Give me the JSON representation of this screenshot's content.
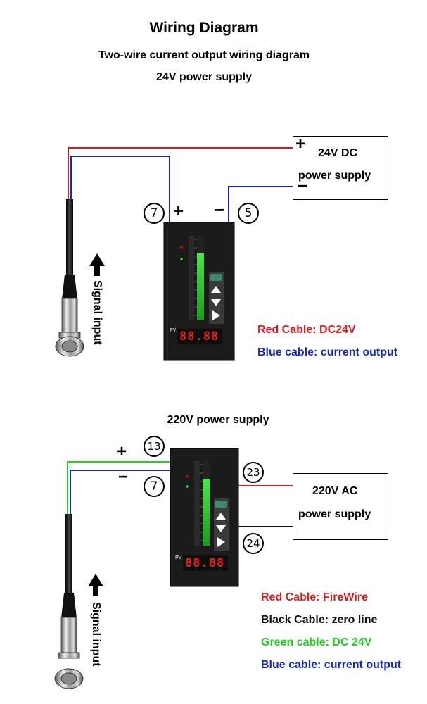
{
  "title": "Wiring Diagram",
  "subtitle1": "Two-wire current output wiring diagram",
  "subtitle2": "24V power supply",
  "subtitle3": "220V power supply",
  "diagram1": {
    "psu_line1": "24V DC",
    "psu_line2": "power supply",
    "psu_plus": "+",
    "psu_minus": "−",
    "term_left": "7",
    "term_right": "5",
    "term_left_sign": "+",
    "term_right_sign": "−",
    "signal_label": "Signal input",
    "legend": [
      {
        "text": "Red Cable: DC24V",
        "color": "#d62020"
      },
      {
        "text": "Blue cable: current output",
        "color": "#1a2bb8"
      }
    ],
    "meter_reading": "88.88"
  },
  "diagram2": {
    "psu_line1": "220V AC",
    "psu_line2": "power supply",
    "term_top": "13",
    "term_mid": "7",
    "term_right_top": "23",
    "term_right_bottom": "24",
    "plus": "+",
    "minus": "−",
    "signal_label": "Signal input",
    "legend": [
      {
        "text": "Red Cable: FireWire",
        "color": "#d62020"
      },
      {
        "text": "Black Cable: zero line",
        "color": "#111111"
      },
      {
        "text": "Green cable: DC 24V",
        "color": "#22cc22"
      },
      {
        "text": "Blue cable: current output",
        "color": "#1a2bb8"
      }
    ],
    "meter_reading": "88.88"
  },
  "colors": {
    "red": "#d62020",
    "blue": "#1a2bb8",
    "green": "#22cc22",
    "black": "#111111"
  }
}
